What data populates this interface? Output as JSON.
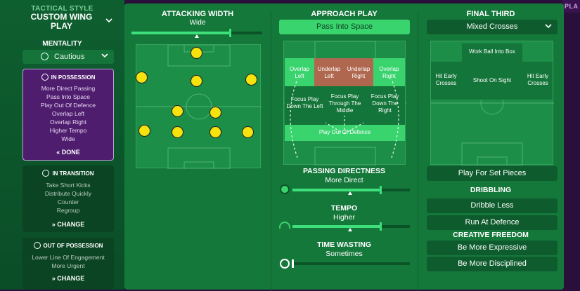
{
  "top_strip": "PLA",
  "sidebar": {
    "label": "TACTICAL STYLE",
    "title": "CUSTOM WING PLAY",
    "mentality_label": "MENTALITY",
    "mentality_value": "Cautious",
    "in_possession": {
      "title": "IN POSSESSION",
      "items": [
        "More Direct Passing",
        "Pass Into Space",
        "Play Out Of Defence",
        "Overlap Left",
        "Overlap Right",
        "Higher Tempo",
        "Wide"
      ],
      "button": "DONE"
    },
    "in_transition": {
      "title": "IN TRANSITION",
      "items": [
        "Take Short Kicks",
        "Distribute Quickly",
        "Counter",
        "Regroup"
      ],
      "button": "CHANGE"
    },
    "out_of_possession": {
      "title": "OUT OF POSSESSION",
      "items": [
        "Lower Line Of Engagement",
        "More Urgent"
      ],
      "button": "CHANGE"
    }
  },
  "attacking_width": {
    "title": "ATTACKING WIDTH",
    "value": "Wide",
    "level": 0.75
  },
  "approach_play": {
    "title": "APPROACH PLAY",
    "selected": "Pass Into Space",
    "zones": {
      "overlap_left": "Overlap Left",
      "underlap_left": "Underlap Left",
      "underlap_right": "Underlap Right",
      "overlap_right": "Overlap Right",
      "focus_left": "Focus Play Down The Left",
      "focus_middle": "Focus Play Through The Middle",
      "focus_right": "Focus Play Down The Right",
      "play_out": "Play Out Of Defence"
    }
  },
  "passing_directness": {
    "title": "PASSING DIRECTNESS",
    "value": "More Direct",
    "level": 0.75
  },
  "tempo": {
    "title": "TEMPO",
    "value": "Higher",
    "level": 0.75
  },
  "time_wasting": {
    "title": "TIME WASTING",
    "value": "Sometimes",
    "level": 0.0
  },
  "final_third": {
    "title": "FINAL THIRD",
    "selected": "Mixed Crosses",
    "zones": {
      "work_ball": "Work Ball Into Box",
      "early_left": "Hit Early Crosses",
      "shoot": "Shoot On Sight",
      "early_right": "Hit Early Crosses"
    },
    "set_pieces": "Play For Set Pieces"
  },
  "dribbling": {
    "title": "DRIBBLING",
    "options": [
      "Dribble Less",
      "Run At Defence"
    ]
  },
  "creative_freedom": {
    "title": "CREATIVE FREEDOM",
    "options": [
      "Be More Expressive",
      "Be More Disciplined"
    ]
  },
  "colors": {
    "accent": "#3ad46f",
    "panel": "#15783b",
    "possession": "#4f1d6e",
    "underlap": "#b0674f",
    "player": "#f6e20d"
  },
  "icons": [
    "chevron-down-icon",
    "shield-icon",
    "transition-icon",
    "out-of-possession-icon",
    "double-chevron-icon",
    "ball-icon",
    "tempo-gauge-icon",
    "stopwatch-icon"
  ]
}
